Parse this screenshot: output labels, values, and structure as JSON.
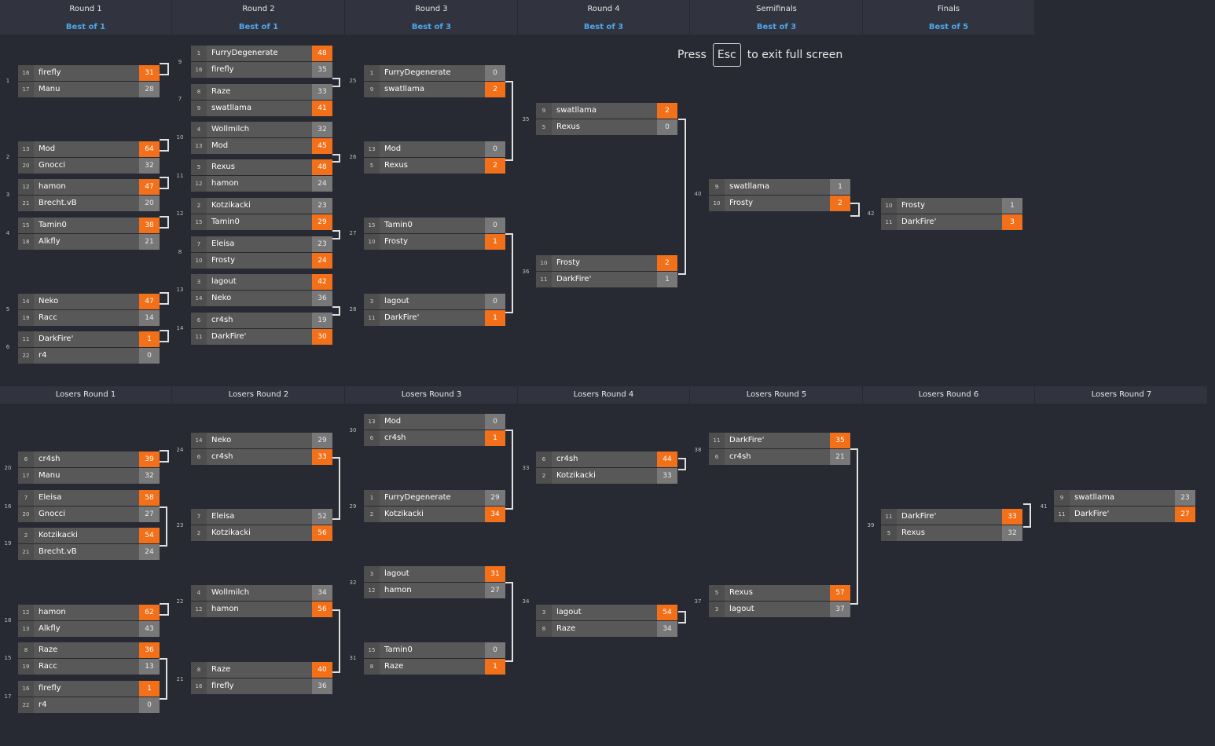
{
  "winners_rounds": [
    {
      "name": "Round 1",
      "best": "Best of 1"
    },
    {
      "name": "Round 2",
      "best": "Best of 1"
    },
    {
      "name": "Round 3",
      "best": "Best of 3"
    },
    {
      "name": "Round 4",
      "best": "Best of 3"
    },
    {
      "name": "Semifinals",
      "best": "Best of 3"
    },
    {
      "name": "Finals",
      "best": "Best of 5"
    }
  ],
  "losers_rounds": [
    "Losers Round 1",
    "Losers Round 2",
    "Losers Round 3",
    "Losers Round 4",
    "Losers Round 5",
    "Losers Round 6",
    "Losers Round 7"
  ],
  "esc_hint": {
    "before": "Press",
    "key": "Esc",
    "after": "to exit full screen"
  },
  "matches": [
    {
      "id": "1",
      "p": [
        {
          "seed": "16",
          "name": "firefly",
          "score": "31",
          "win": true
        },
        {
          "seed": "17",
          "name": "Manu",
          "score": "28",
          "win": false
        }
      ]
    },
    {
      "id": "2",
      "p": [
        {
          "seed": "13",
          "name": "Mod",
          "score": "64",
          "win": true
        },
        {
          "seed": "20",
          "name": "Gnocci",
          "score": "32",
          "win": false
        }
      ]
    },
    {
      "id": "3",
      "p": [
        {
          "seed": "12",
          "name": "hamon",
          "score": "47",
          "win": true
        },
        {
          "seed": "21",
          "name": "Brecht.vB",
          "score": "20",
          "win": false
        }
      ]
    },
    {
      "id": "4",
      "p": [
        {
          "seed": "15",
          "name": "Tamin0",
          "score": "38",
          "win": true
        },
        {
          "seed": "18",
          "name": "Alkfly",
          "score": "21",
          "win": false
        }
      ]
    },
    {
      "id": "5",
      "p": [
        {
          "seed": "14",
          "name": "Neko",
          "score": "47",
          "win": true
        },
        {
          "seed": "19",
          "name": "Racc",
          "score": "14",
          "win": false
        }
      ]
    },
    {
      "id": "6",
      "p": [
        {
          "seed": "11",
          "name": "DarkFire'",
          "score": "1",
          "win": true
        },
        {
          "seed": "22",
          "name": "r4",
          "score": "0",
          "win": false
        }
      ]
    },
    {
      "id": "9",
      "p": [
        {
          "seed": "1",
          "name": "FurryDegenerate",
          "score": "48",
          "win": true
        },
        {
          "seed": "16",
          "name": "firefly",
          "score": "35",
          "win": false
        }
      ]
    },
    {
      "id": "7",
      "p": [
        {
          "seed": "8",
          "name": "Raze",
          "score": "33",
          "win": false
        },
        {
          "seed": "9",
          "name": "swatllama",
          "score": "41",
          "win": true
        }
      ]
    },
    {
      "id": "10",
      "p": [
        {
          "seed": "4",
          "name": "Wollmilch",
          "score": "32",
          "win": false
        },
        {
          "seed": "13",
          "name": "Mod",
          "score": "45",
          "win": true
        }
      ]
    },
    {
      "id": "11",
      "p": [
        {
          "seed": "5",
          "name": "Rexus",
          "score": "48",
          "win": true
        },
        {
          "seed": "12",
          "name": "hamon",
          "score": "24",
          "win": false
        }
      ]
    },
    {
      "id": "12",
      "p": [
        {
          "seed": "2",
          "name": "Kotzikacki",
          "score": "23",
          "win": false
        },
        {
          "seed": "15",
          "name": "Tamin0",
          "score": "29",
          "win": true
        }
      ]
    },
    {
      "id": "8",
      "p": [
        {
          "seed": "7",
          "name": "Eleisa",
          "score": "23",
          "win": false
        },
        {
          "seed": "10",
          "name": "Frosty",
          "score": "24",
          "win": true
        }
      ]
    },
    {
      "id": "13",
      "p": [
        {
          "seed": "3",
          "name": "lagout",
          "score": "42",
          "win": true
        },
        {
          "seed": "14",
          "name": "Neko",
          "score": "36",
          "win": false
        }
      ]
    },
    {
      "id": "14",
      "p": [
        {
          "seed": "6",
          "name": "cr4sh",
          "score": "19",
          "win": false
        },
        {
          "seed": "11",
          "name": "DarkFire'",
          "score": "30",
          "win": true
        }
      ]
    },
    {
      "id": "25",
      "p": [
        {
          "seed": "1",
          "name": "FurryDegenerate",
          "score": "0",
          "win": false
        },
        {
          "seed": "9",
          "name": "swatllama",
          "score": "2",
          "win": true
        }
      ]
    },
    {
      "id": "26",
      "p": [
        {
          "seed": "13",
          "name": "Mod",
          "score": "0",
          "win": false
        },
        {
          "seed": "5",
          "name": "Rexus",
          "score": "2",
          "win": true
        }
      ]
    },
    {
      "id": "27",
      "p": [
        {
          "seed": "15",
          "name": "Tamin0",
          "score": "0",
          "win": false
        },
        {
          "seed": "10",
          "name": "Frosty",
          "score": "1",
          "win": true
        }
      ]
    },
    {
      "id": "28",
      "p": [
        {
          "seed": "3",
          "name": "lagout",
          "score": "0",
          "win": false
        },
        {
          "seed": "11",
          "name": "DarkFire'",
          "score": "1",
          "win": true
        }
      ]
    },
    {
      "id": "35",
      "p": [
        {
          "seed": "9",
          "name": "swatllama",
          "score": "2",
          "win": true
        },
        {
          "seed": "5",
          "name": "Rexus",
          "score": "0",
          "win": false
        }
      ]
    },
    {
      "id": "36",
      "p": [
        {
          "seed": "10",
          "name": "Frosty",
          "score": "2",
          "win": true
        },
        {
          "seed": "11",
          "name": "DarkFire'",
          "score": "1",
          "win": false
        }
      ]
    },
    {
      "id": "40",
      "p": [
        {
          "seed": "9",
          "name": "swatllama",
          "score": "1",
          "win": false
        },
        {
          "seed": "10",
          "name": "Frosty",
          "score": "2",
          "win": true
        }
      ]
    },
    {
      "id": "42",
      "p": [
        {
          "seed": "10",
          "name": "Frosty",
          "score": "1",
          "win": false
        },
        {
          "seed": "11",
          "name": "DarkFire'",
          "score": "3",
          "win": true
        }
      ]
    },
    {
      "id": "20",
      "p": [
        {
          "seed": "6",
          "name": "cr4sh",
          "score": "39",
          "win": true
        },
        {
          "seed": "17",
          "name": "Manu",
          "score": "32",
          "win": false
        }
      ]
    },
    {
      "id": "16",
      "p": [
        {
          "seed": "7",
          "name": "Eleisa",
          "score": "58",
          "win": true
        },
        {
          "seed": "20",
          "name": "Gnocci",
          "score": "27",
          "win": false
        }
      ]
    },
    {
      "id": "19",
      "p": [
        {
          "seed": "2",
          "name": "Kotzikacki",
          "score": "54",
          "win": true
        },
        {
          "seed": "21",
          "name": "Brecht.vB",
          "score": "24",
          "win": false
        }
      ]
    },
    {
      "id": "18",
      "p": [
        {
          "seed": "12",
          "name": "hamon",
          "score": "62",
          "win": true
        },
        {
          "seed": "13",
          "name": "Alkfly",
          "score": "43",
          "win": false
        }
      ]
    },
    {
      "id": "15",
      "p": [
        {
          "seed": "8",
          "name": "Raze",
          "score": "36",
          "win": true
        },
        {
          "seed": "19",
          "name": "Racc",
          "score": "13",
          "win": false
        }
      ]
    },
    {
      "id": "17",
      "p": [
        {
          "seed": "16",
          "name": "firefly",
          "score": "1",
          "win": true
        },
        {
          "seed": "22",
          "name": "r4",
          "score": "0",
          "win": false
        }
      ]
    },
    {
      "id": "24",
      "p": [
        {
          "seed": "14",
          "name": "Neko",
          "score": "29",
          "win": false
        },
        {
          "seed": "6",
          "name": "cr4sh",
          "score": "33",
          "win": true
        }
      ]
    },
    {
      "id": "23",
      "p": [
        {
          "seed": "7",
          "name": "Eleisa",
          "score": "52",
          "win": false
        },
        {
          "seed": "2",
          "name": "Kotzikacki",
          "score": "56",
          "win": true
        }
      ]
    },
    {
      "id": "22",
      "p": [
        {
          "seed": "4",
          "name": "Wollmilch",
          "score": "34",
          "win": false
        },
        {
          "seed": "12",
          "name": "hamon",
          "score": "56",
          "win": true
        }
      ]
    },
    {
      "id": "21",
      "p": [
        {
          "seed": "8",
          "name": "Raze",
          "score": "40",
          "win": true
        },
        {
          "seed": "16",
          "name": "firefly",
          "score": "36",
          "win": false
        }
      ]
    },
    {
      "id": "30",
      "p": [
        {
          "seed": "13",
          "name": "Mod",
          "score": "0",
          "win": false
        },
        {
          "seed": "6",
          "name": "cr4sh",
          "score": "1",
          "win": true
        }
      ]
    },
    {
      "id": "29",
      "p": [
        {
          "seed": "1",
          "name": "FurryDegenerate",
          "score": "29",
          "win": false
        },
        {
          "seed": "2",
          "name": "Kotzikacki",
          "score": "34",
          "win": true
        }
      ]
    },
    {
      "id": "32",
      "p": [
        {
          "seed": "3",
          "name": "lagout",
          "score": "31",
          "win": true
        },
        {
          "seed": "12",
          "name": "hamon",
          "score": "27",
          "win": false
        }
      ]
    },
    {
      "id": "31",
      "p": [
        {
          "seed": "15",
          "name": "Tamin0",
          "score": "0",
          "win": false
        },
        {
          "seed": "8",
          "name": "Raze",
          "score": "1",
          "win": true
        }
      ]
    },
    {
      "id": "33",
      "p": [
        {
          "seed": "6",
          "name": "cr4sh",
          "score": "44",
          "win": true
        },
        {
          "seed": "2",
          "name": "Kotzikacki",
          "score": "33",
          "win": false
        }
      ]
    },
    {
      "id": "34",
      "p": [
        {
          "seed": "3",
          "name": "lagout",
          "score": "54",
          "win": true
        },
        {
          "seed": "8",
          "name": "Raze",
          "score": "34",
          "win": false
        }
      ]
    },
    {
      "id": "38",
      "p": [
        {
          "seed": "11",
          "name": "DarkFire'",
          "score": "35",
          "win": true
        },
        {
          "seed": "6",
          "name": "cr4sh",
          "score": "21",
          "win": false
        }
      ]
    },
    {
      "id": "37",
      "p": [
        {
          "seed": "5",
          "name": "Rexus",
          "score": "57",
          "win": true
        },
        {
          "seed": "3",
          "name": "lagout",
          "score": "37",
          "win": false
        }
      ]
    },
    {
      "id": "39",
      "p": [
        {
          "seed": "11",
          "name": "DarkFire'",
          "score": "33",
          "win": true
        },
        {
          "seed": "5",
          "name": "Rexus",
          "score": "32",
          "win": false
        }
      ]
    },
    {
      "id": "41",
      "p": [
        {
          "seed": "9",
          "name": "swatllama",
          "score": "23",
          "win": false
        },
        {
          "seed": "11",
          "name": "DarkFire'",
          "score": "27",
          "win": true
        }
      ]
    }
  ],
  "colors": {
    "background": "#272a33",
    "header": "#31343f",
    "win": "#f27019",
    "accent": "#4ea6ea"
  }
}
